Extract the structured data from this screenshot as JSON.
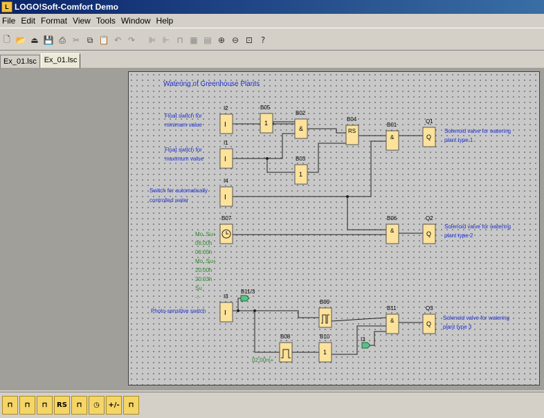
{
  "window": {
    "title": "LOGO!Soft-Comfort Demo"
  },
  "menu": [
    "File",
    "Edit",
    "Format",
    "View",
    "Tools",
    "Window",
    "Help"
  ],
  "tabs": [
    "Ex_01.lsc",
    "Ex_01.lsc"
  ],
  "diagram": {
    "title": "Watering of Greenhouse Plants",
    "labels": {
      "float_min": [
        "Float switch for",
        "minimum value"
      ],
      "float_max": [
        "Float switch for",
        "maximum value"
      ],
      "switch_auto": [
        "Switch for automatically",
        "controlled water"
      ],
      "photo": "Photo-sensitive switch",
      "q1": [
        "Solenoid valve for watering",
        "plant type 1"
      ],
      "q2": [
        "Solenoid valve for watering",
        "plant type 2"
      ],
      "q3": [
        "Solenoid valve for watering",
        "plant type 3"
      ]
    },
    "blocks": {
      "I2": {
        "name": "I2",
        "sym": "I"
      },
      "I1": {
        "name": "I1",
        "sym": "I"
      },
      "I4": {
        "name": "I4",
        "sym": "I"
      },
      "I3": {
        "name": "I3",
        "sym": "I"
      },
      "B05": {
        "name": "B05",
        "sym": "1"
      },
      "B02": {
        "name": "B02",
        "sym": "&"
      },
      "B03": {
        "name": "B03",
        "sym": "1"
      },
      "B04": {
        "name": "B04",
        "sym": "RS"
      },
      "B01": {
        "name": "B01",
        "sym": "&"
      },
      "B06": {
        "name": "B06",
        "sym": "&"
      },
      "B07": {
        "name": "B07",
        "sym": ""
      },
      "B09": {
        "name": "B09",
        "sym": ""
      },
      "B08": {
        "name": "B08",
        "sym": ""
      },
      "B10": {
        "name": "B10",
        "sym": "1"
      },
      "B11": {
        "name": "B11",
        "sym": "&"
      },
      "Q1": {
        "name": "Q1",
        "sym": "Q"
      },
      "Q2": {
        "name": "Q2",
        "sym": "Q"
      },
      "Q3": {
        "name": "Q3",
        "sym": "Q"
      }
    },
    "connector_b11": "B11/3",
    "connector_i3": "I3",
    "b07_params": [
      "Mo..Su+",
      "06:00h",
      "06:05h",
      "Mo..Su+",
      "20:00h",
      "20:03h",
      "Su",
      "-:-"
    ],
    "b08_param": "02:00m+"
  },
  "palette": [
    "RS",
    "+/-"
  ]
}
